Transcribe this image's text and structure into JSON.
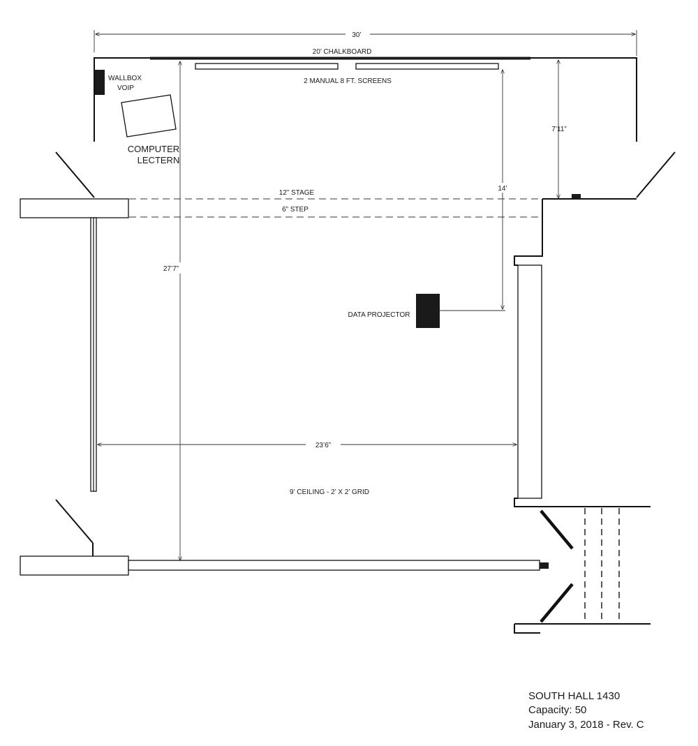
{
  "dimensions": {
    "width_overall": "30’",
    "depth_to_stage": "7’11”",
    "projector_distance": "14’",
    "room_depth": "27’7”",
    "room_width": "23’6”"
  },
  "labels": {
    "chalkboard": "20’ CHALKBOARD",
    "screens": "2 MANUAL 8 FT. SCREENS",
    "wallbox_line1": "WALLBOX",
    "wallbox_line2": "VOIP",
    "lectern_line1": "COMPUTER",
    "lectern_line2": "LECTERN",
    "stage": "12” STAGE",
    "step": "6” STEP",
    "projector": "DATA PROJECTOR",
    "ceiling": "9’ CEILING - 2’ X 2’ GRID"
  },
  "title_block": {
    "room": "SOUTH HALL 1430",
    "capacity": "Capacity: 50",
    "revision": "January 3, 2018 - Rev. C"
  }
}
